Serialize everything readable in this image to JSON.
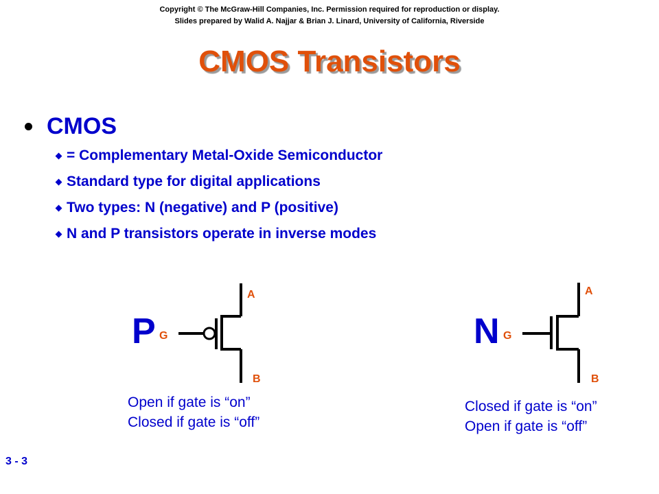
{
  "header": {
    "copyright_line1": "Copyright © The McGraw-Hill Companies, Inc. Permission required for reproduction or display.",
    "copyright_line2": "Slides prepared by Walid A. Najjar & Brian J. Linard, University of California, Riverside"
  },
  "title": "CMOS Transistors",
  "bullet": {
    "label": "CMOS",
    "sub_items": [
      "= Complementary Metal-Oxide Semiconductor",
      "Standard type for digital applications",
      "Two types: N (negative) and P (positive)",
      "N and P transistors operate in inverse modes"
    ]
  },
  "p_transistor": {
    "letter": "P",
    "gate_label": "G",
    "top_label": "A",
    "bottom_label": "B",
    "desc_line1": "Open if gate is “on”",
    "desc_line2": "Closed if gate is “off”"
  },
  "n_transistor": {
    "letter": "N",
    "gate_label": "G",
    "top_label": "A",
    "bottom_label": "B",
    "desc_line1": "Closed if gate is “on”",
    "desc_line2": "Open if gate is “off”"
  },
  "slide_number": "3 - 3",
  "colors": {
    "title": "#e0500a",
    "text": "#0000cc",
    "pin_label": "#e0500a"
  }
}
